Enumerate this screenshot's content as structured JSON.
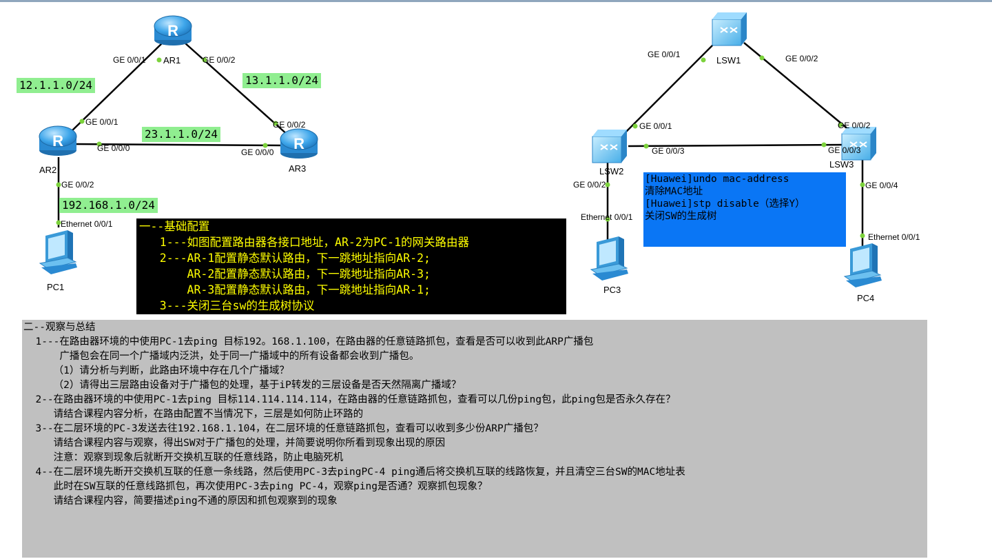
{
  "colors": {
    "link": "#000000",
    "port_dot": "#7cd23c",
    "network_label_bg": "#90ee90",
    "note_black_bg": "#000000",
    "note_black_text": "#ffff00",
    "note_blue_bg": "#0a76f5",
    "note_gray_bg": "#c0c0c0",
    "device_icon": "#2f9be0"
  },
  "devices": {
    "ar1": "AR1",
    "ar2": "AR2",
    "ar3": "AR3",
    "pc1": "PC1",
    "lsw1": "LSW1",
    "lsw2": "LSW2",
    "lsw3": "LSW3",
    "pc3": "PC3",
    "pc4": "PC4"
  },
  "ports": {
    "ar1_left": "GE 0/0/1",
    "ar1_right": "GE 0/0/2",
    "ar2_top": "GE 0/0/1",
    "ar2_right": "GE 0/0/0",
    "ar2_bottom": "GE 0/0/2",
    "ar3_top": "GE 0/0/2",
    "ar3_left": "GE 0/0/0",
    "pc1": "Ethernet 0/0/1",
    "lsw1_left": "GE 0/0/1",
    "lsw1_right": "GE 0/0/2",
    "lsw2_top": "GE 0/0/1",
    "lsw2_right": "GE 0/0/3",
    "lsw2_bottom": "GE 0/0/2",
    "lsw3_top": "GE 0/0/2",
    "lsw3_left": "GE 0/0/3",
    "lsw3_bottom": "GE 0/0/4",
    "pc3": "Ethernet 0/0/1",
    "pc4": "Ethernet 0/0/1"
  },
  "networks": {
    "ar1_ar2": "12.1.1.0/24",
    "ar1_ar3": "13.1.1.0/24",
    "ar2_ar3": "23.1.1.0/24",
    "lan": "192.168.1.0/24"
  },
  "note_basic": {
    "lines": [
      "一--基础配置",
      "   1---如图配置路由器各接口地址，AR-2为PC-1的网关路由器",
      "   2---AR-1配置静态默认路由，下一跳地址指向AR-2;",
      "       AR-2配置静态默认路由，下一跳地址指向AR-3;",
      "       AR-3配置静态默认路由，下一跳地址指向AR-1;",
      "   3---关闭三台sw的生成树协议"
    ]
  },
  "note_commands": {
    "lines": [
      "[Huawei]undo mac-address",
      "清除MAC地址",
      "",
      "[Huawei]stp disable（选择Y）",
      "关闭SW的生成树"
    ]
  },
  "note_summary": {
    "lines": [
      "二--观察与总结",
      "  1---在路由器环境的中使用PC-1去ping 目标192。168.1.100，在路由器的任意链路抓包，查看是否可以收到此ARP广播包",
      "      广播包会在同一个广播域内泛洪，处于同一广播域中的所有设备都会收到广播包。",
      "     （1）请分析与判断，此路由环境中存在几个广播域？",
      "     （2）请得出三层路由设备对于广播包的处理，基于iP转发的三层设备是否天然隔离广播域？",
      "",
      "  2--在路由器环境的中使用PC-1去ping 目标114.114.114.114，在路由器的任意链路抓包，查看可以几份ping包，此ping包是否永久存在？",
      "     请结合课程内容分析，在路由配置不当情况下，三层是如何防止环路的",
      "",
      "  3--在二层环境的PC-3发送去往192.168.1.104，在二层环境的任意链路抓包，查看可以收到多少份ARP广播包？",
      "     请结合课程内容与观察，得出SW对于广播包的处理，并简要说明你所看到现象出现的原因",
      "     注意：观察到现象后就断开交换机互联的任意线路，防止电脑死机",
      "",
      "  4--在二层环境先断开交换机互联的任意一条线路，然后使用PC-3去pingPC-4 ping通后将交换机互联的线路恢复，并且清空三台SW的MAC地址表",
      "     此时在SW互联的任意线路抓包，再次使用PC-3去ping PC-4，观察ping是否通？观察抓包现象？",
      "     请结合课程内容，简要描述ping不通的原因和抓包观察到的现象"
    ]
  }
}
